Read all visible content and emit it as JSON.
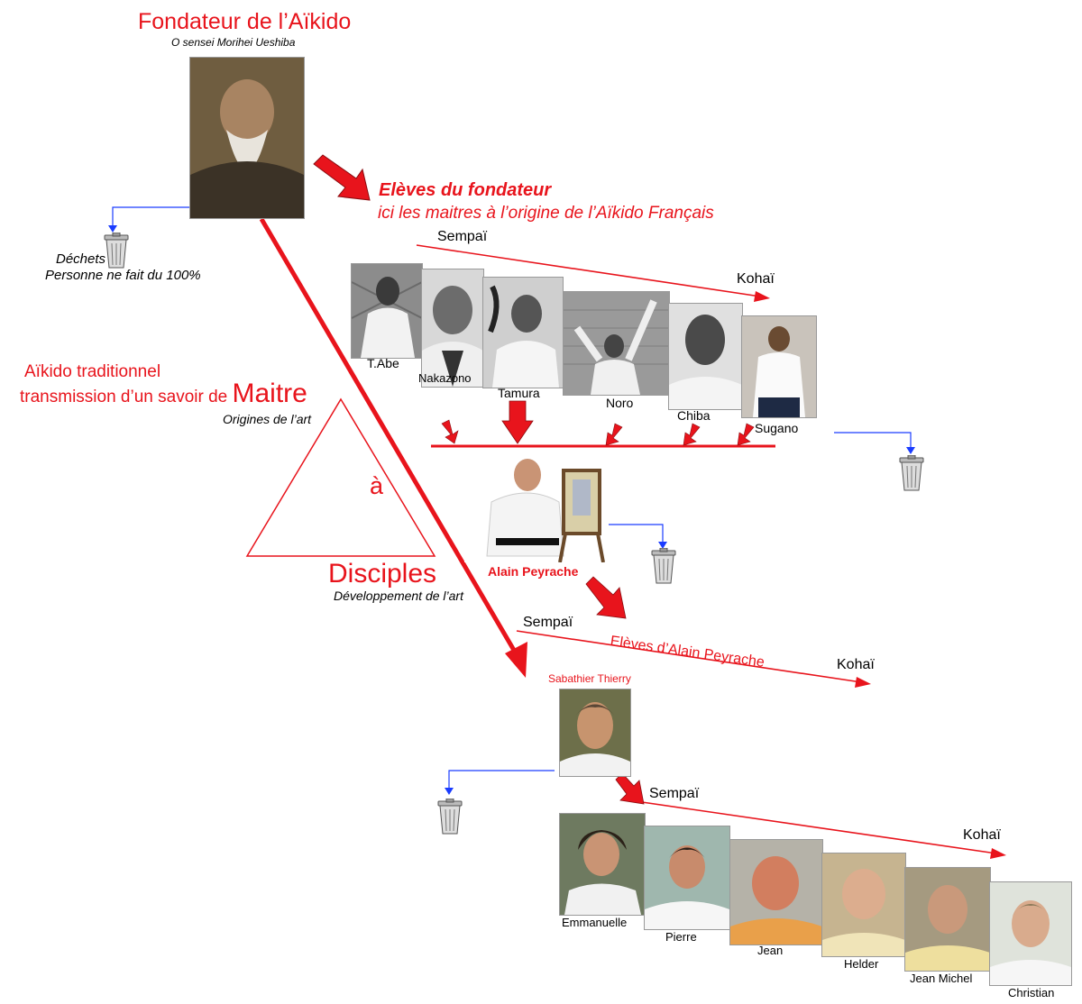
{
  "founder": {
    "title": "Fondateur de l’Aïkido",
    "subtitle": "O sensei Morihei Ueshiba"
  },
  "waste": {
    "label": "Déchets",
    "note": "Personne ne fait du 100%"
  },
  "students_of_founder": {
    "title": "Elèves du fondateur",
    "subtitle": "ici les maitres à l’origine de l’Aïkido Français",
    "sempai": "Sempaï",
    "kohai": "Kohaï",
    "masters": [
      "T.Abe",
      "Nakazono",
      "Tamura",
      "Noro",
      "Chiba",
      "Sugano"
    ]
  },
  "tradition": {
    "line1": "Aïkido traditionnel",
    "line2": "transmission d’un savoir de",
    "maitre": "Maitre",
    "origins": "Origines de l’art",
    "a": "à",
    "disciples": "Disciples",
    "development": "Développement de l’art"
  },
  "alain": {
    "name": "Alain Peyrache",
    "students_label": "Elèves d’Alain Peyrache",
    "sempai": "Sempaï",
    "kohai": "Kohaï"
  },
  "thierry": {
    "name": "Sabathier Thierry",
    "sempai": "Sempaï",
    "kohai": "Kohaï",
    "students": [
      "Emmanuelle",
      "Pierre",
      "Jean",
      "Helder",
      "Jean Michel",
      "Christian"
    ]
  },
  "colors": {
    "red": "#e8141c",
    "blue": "#1a3cff"
  }
}
